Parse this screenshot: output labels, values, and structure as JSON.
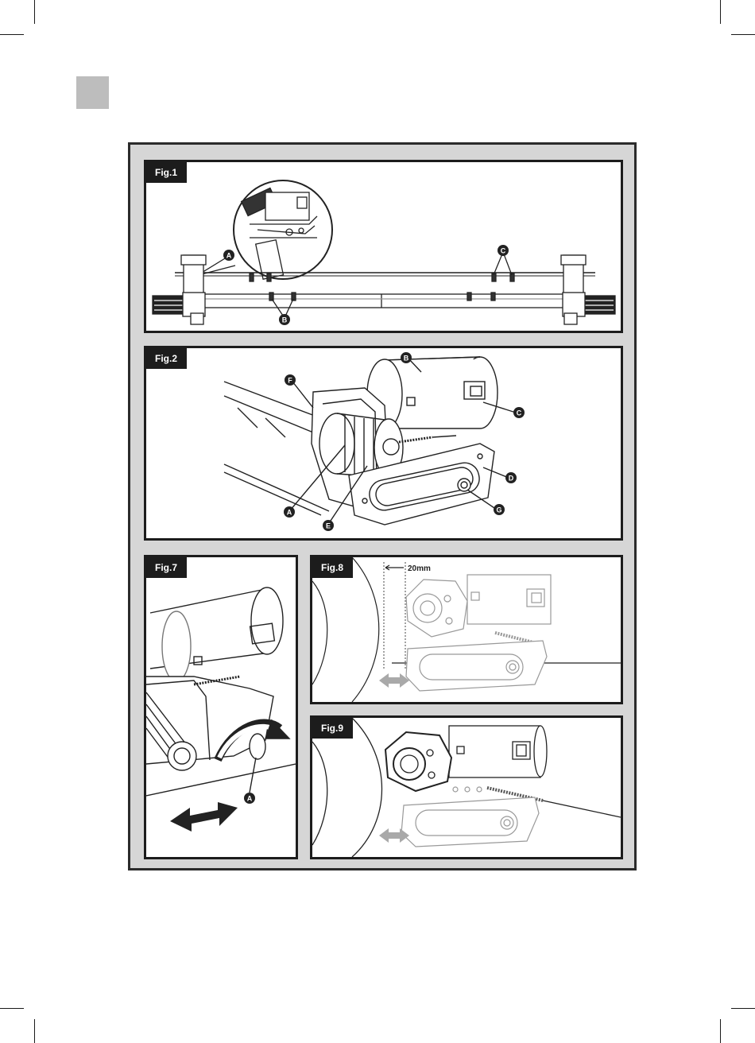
{
  "page": {
    "figures": {
      "fig1": {
        "label": "Fig.1",
        "callouts": {
          "a": "A",
          "b": "B",
          "c": "C"
        }
      },
      "fig2": {
        "label": "Fig.2",
        "callouts": {
          "a": "A",
          "b": "B",
          "c": "C",
          "d": "D",
          "e": "E",
          "f": "F",
          "g": "G"
        }
      },
      "fig7": {
        "label": "Fig.7",
        "callouts": {
          "a": "A"
        }
      },
      "fig8": {
        "label": "Fig.8",
        "dimension": "20mm"
      },
      "fig9": {
        "label": "Fig.9"
      }
    },
    "colors": {
      "frame_bg": "#d6d6d6",
      "panel_border": "#1c1c1c",
      "tab_gray": "#bdbdbd",
      "arrow_gray": "#a9a9a9"
    }
  }
}
